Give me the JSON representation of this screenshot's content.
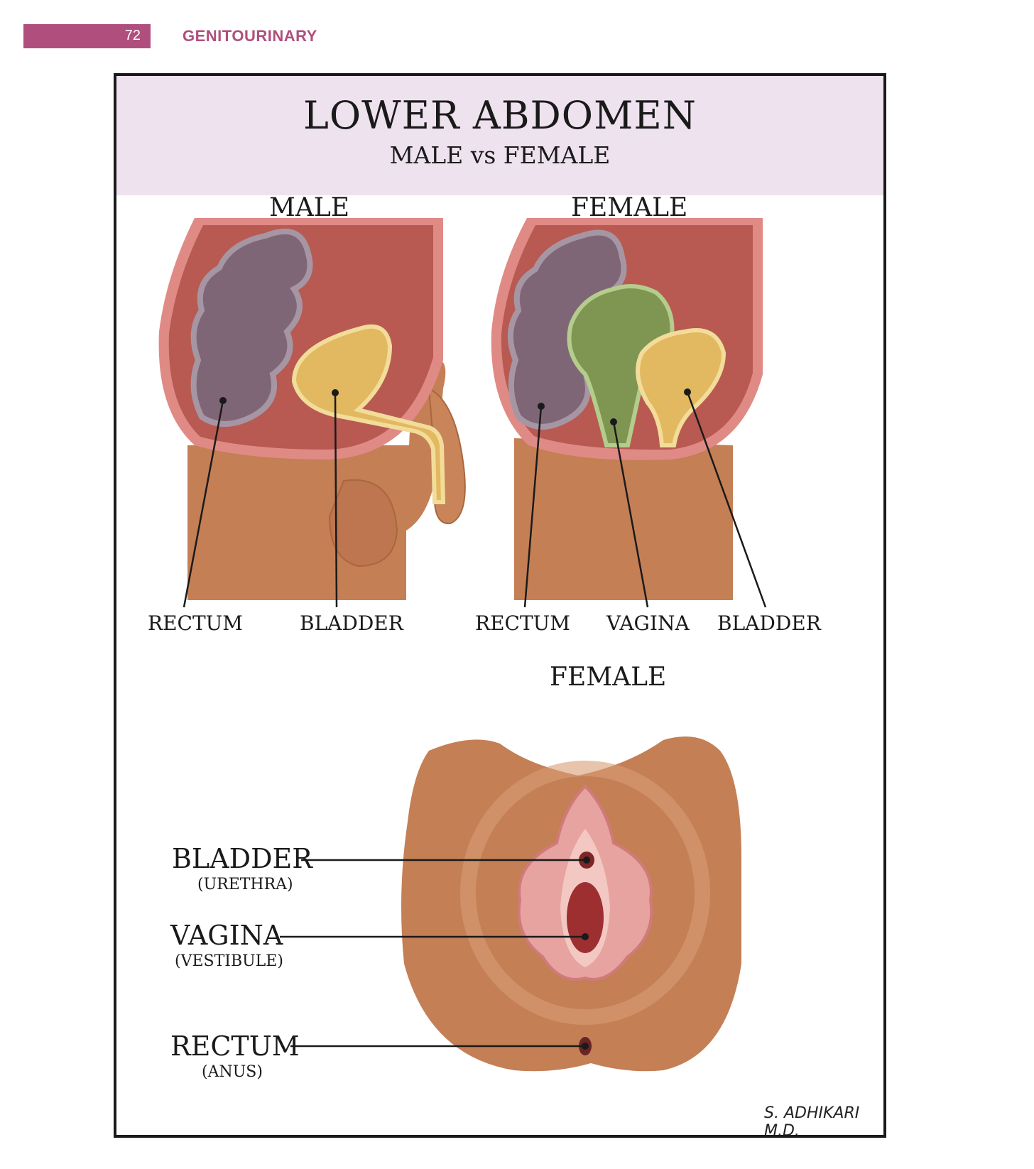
{
  "header": {
    "page_number": "72",
    "section": "GENITOURINARY"
  },
  "figure": {
    "title": "LOWER ABDOMEN",
    "subtitle": "MALE vs FEMALE",
    "male_panel": {
      "heading": "MALE",
      "labels": [
        "RECTUM",
        "BLADDER"
      ]
    },
    "female_panel": {
      "heading": "FEMALE",
      "labels": [
        "RECTUM",
        "VAGINA",
        "BLADDER"
      ]
    },
    "external_panel": {
      "heading": "FEMALE",
      "labels": [
        {
          "name": "BLADDER",
          "sub": "(URETHRA)"
        },
        {
          "name": "VAGINA",
          "sub": "(VESTIBULE)"
        },
        {
          "name": "RECTUM",
          "sub": "(ANUS)"
        }
      ]
    },
    "signature": "S. ADHIKARI M.D.",
    "colors": {
      "skin": "#c47f55",
      "cavity": "#b85a52",
      "rectum": "#7f6676",
      "bladder": "#e2b860",
      "vagina": "#7f9653",
      "accent": "#b04f7e"
    }
  }
}
